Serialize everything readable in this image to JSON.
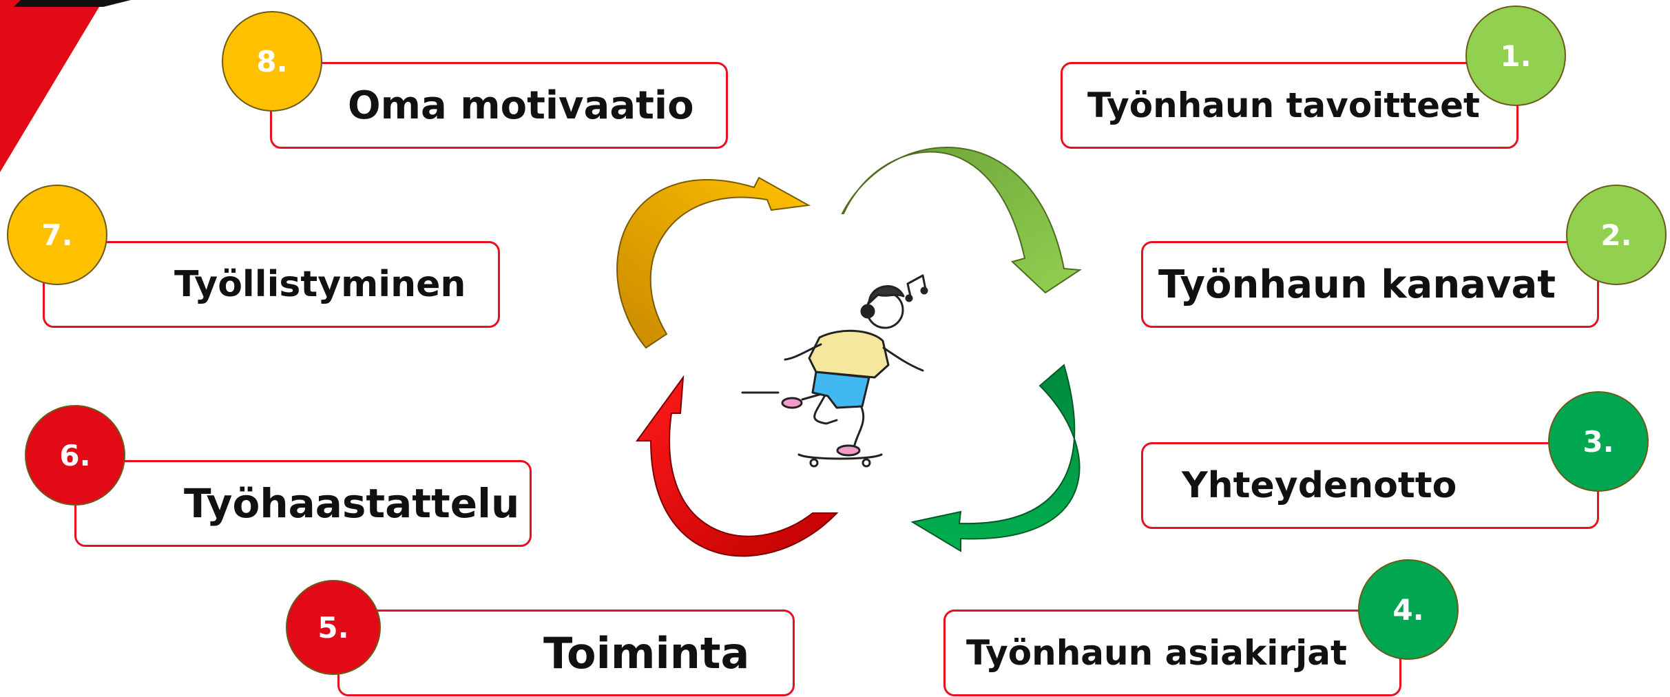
{
  "steps": [
    {
      "number": "1.",
      "label": "Työnhaun tavoitteet",
      "color": "#92d050"
    },
    {
      "number": "2.",
      "label": "Työnhaun kanavat",
      "color": "#92d050"
    },
    {
      "number": "3.",
      "label": "Yhteydenotto",
      "color": "#00a650"
    },
    {
      "number": "4.",
      "label": "Työnhaun asiakirjat",
      "color": "#00a650"
    },
    {
      "number": "5.",
      "label": "Toiminta",
      "color": "#e20a16"
    },
    {
      "number": "6.",
      "label": "Työhaastattelu",
      "color": "#e20a16"
    },
    {
      "number": "7.",
      "label": "Työllistyminen",
      "color": "#ffc000"
    },
    {
      "number": "8.",
      "label": "Oma motivaatio",
      "color": "#ffc000"
    }
  ],
  "colors": {
    "box_border": "#e8101e",
    "corner": "#e20a16"
  },
  "center_illustration": "skateboarder-with-headphones"
}
